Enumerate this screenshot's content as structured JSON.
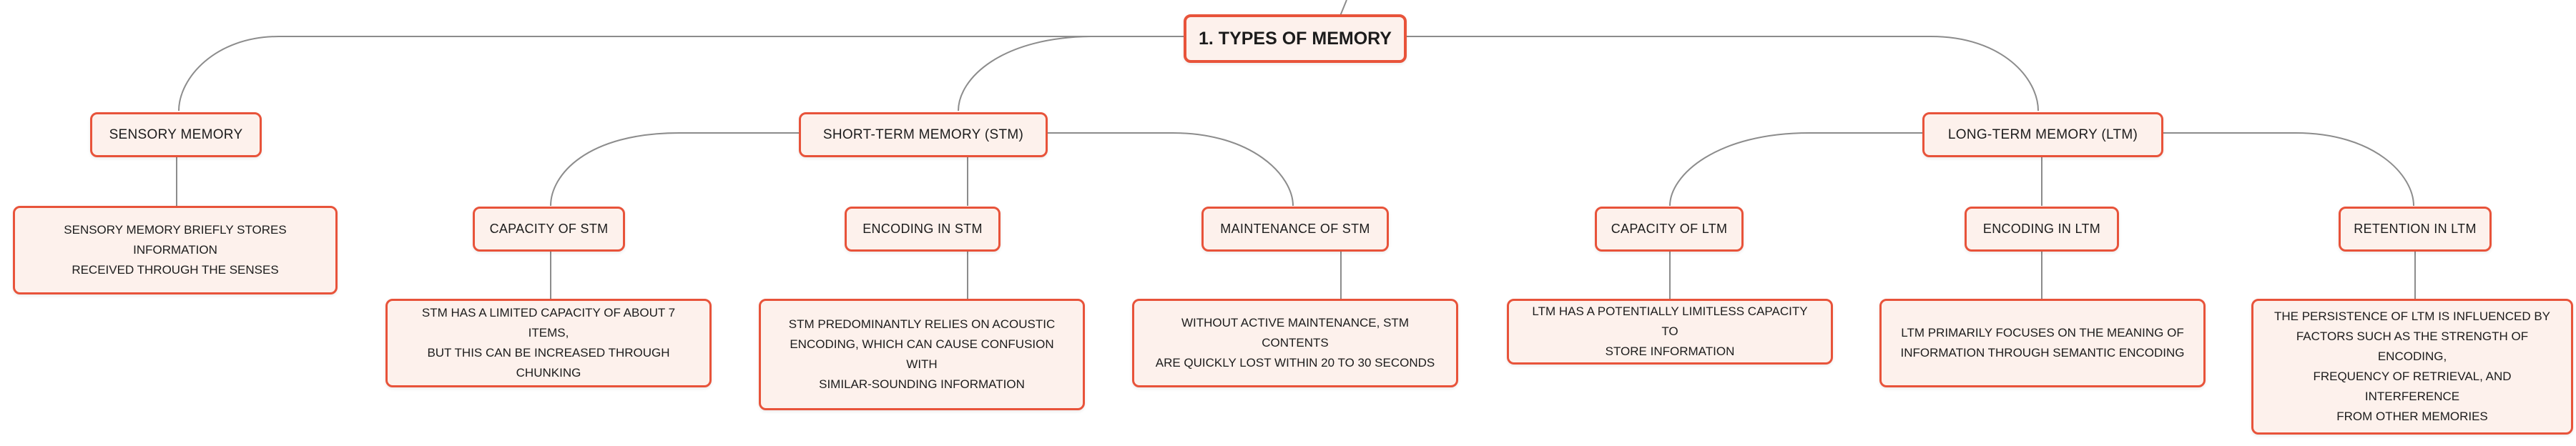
{
  "diagram": {
    "root": "1. Types of Memory",
    "branches": {
      "sensory": "Sensory Memory",
      "stm": "Short-Term Memory (STM)",
      "ltm": "Long-Term Memory (LTM)"
    },
    "topics": {
      "stm_capacity": "Capacity of STM",
      "stm_encoding": "Encoding in STM",
      "stm_maintenance": "Maintenance of STM",
      "ltm_capacity": "Capacity of LTM",
      "ltm_encoding": "Encoding in LTM",
      "ltm_retention": "Retention in LTM"
    },
    "details": {
      "sensory": [
        "Sensory memory briefly stores information",
        "received through the senses"
      ],
      "stm_capacity": [
        "STM has a limited capacity of about 7 items,",
        "but this can be increased through chunking"
      ],
      "stm_encoding": [
        "STM predominantly relies on acoustic",
        "encoding, which can cause confusion with",
        "similar-sounding information"
      ],
      "stm_maintenance": [
        "Without active maintenance, STM contents",
        "are quickly lost within 20 to 30 seconds"
      ],
      "ltm_capacity": [
        "LTM has a potentially limitless capacity to",
        "store information"
      ],
      "ltm_encoding": [
        "LTM primarily focuses on the meaning of",
        "information through semantic encoding"
      ],
      "ltm_retention": [
        "The persistence of LTM is influenced by",
        "factors such as the strength of encoding,",
        "frequency of retrieval, and interference",
        "from other memories"
      ]
    }
  },
  "colors": {
    "node_border": "#e8533a",
    "node_fill": "#fdf1ec",
    "connector": "#8c8c8c",
    "text": "#1c1c1c"
  }
}
